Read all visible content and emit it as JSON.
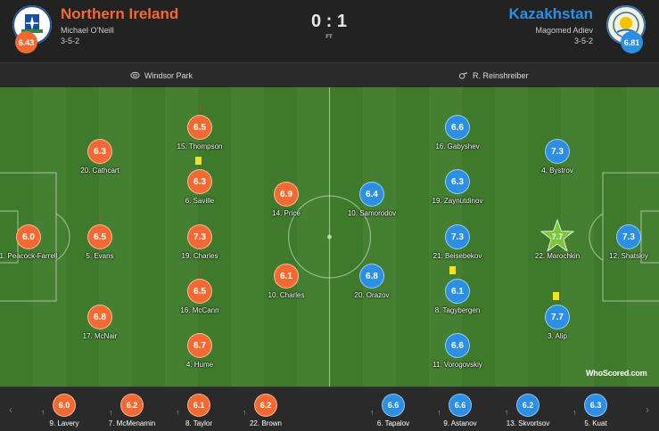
{
  "header": {
    "home": {
      "name": "Northern Ireland",
      "manager": "Michael O'Neill",
      "formation": "3-5-2",
      "rating": "6.43"
    },
    "away": {
      "name": "Kazakhstan",
      "manager": "Magomed Adiev",
      "formation": "3-5-2",
      "rating": "6.81"
    },
    "score": "0 : 1",
    "status": "FT"
  },
  "info": {
    "venue": "Windsor Park",
    "referee": "R. Reinshreiber"
  },
  "colors": {
    "home": "#f26a32",
    "away": "#2b8fe3",
    "pitch": "#3f7a2c",
    "star": "#7cc63a"
  },
  "players": [
    {
      "side": "home",
      "num": "1",
      "name": "Peacock-Farrell",
      "rating": "6.0",
      "marker": ""
    },
    {
      "side": "home",
      "num": "20",
      "name": "Cathcart",
      "rating": "6.3",
      "marker": ""
    },
    {
      "side": "home",
      "num": "5",
      "name": "Evans",
      "rating": "6.5",
      "marker": "arrow"
    },
    {
      "side": "home",
      "num": "17",
      "name": "McNair",
      "rating": "6.8",
      "marker": ""
    },
    {
      "side": "home",
      "num": "15",
      "name": "Thompson",
      "rating": "6.5",
      "marker": "arrow"
    },
    {
      "side": "home",
      "num": "6",
      "name": "Saville",
      "rating": "6.3",
      "marker": "card"
    },
    {
      "side": "home",
      "num": "19",
      "name": "Charles",
      "rating": "7.3",
      "marker": ""
    },
    {
      "side": "home",
      "num": "16",
      "name": "McCann",
      "rating": "6.5",
      "marker": "arrow"
    },
    {
      "side": "home",
      "num": "4",
      "name": "Hume",
      "rating": "6.7",
      "marker": ""
    },
    {
      "side": "home",
      "num": "14",
      "name": "Price",
      "rating": "6.9",
      "marker": ""
    },
    {
      "side": "home",
      "num": "10",
      "name": "Charles",
      "rating": "6.1",
      "marker": "arrow"
    },
    {
      "side": "away",
      "num": "10",
      "name": "Samorodov",
      "rating": "6.4",
      "marker": "arrow"
    },
    {
      "side": "away",
      "num": "20",
      "name": "Orazov",
      "rating": "6.8",
      "marker": "arrow"
    },
    {
      "side": "away",
      "num": "16",
      "name": "Gabyshev",
      "rating": "6.6",
      "marker": "arrow"
    },
    {
      "side": "away",
      "num": "19",
      "name": "Zaynutdinov",
      "rating": "6.3",
      "marker": "arrow"
    },
    {
      "side": "away",
      "num": "21",
      "name": "Beisebekov",
      "rating": "7.3",
      "marker": ""
    },
    {
      "side": "away",
      "num": "8",
      "name": "Tagybergen",
      "rating": "6.1",
      "marker": "card-arrow"
    },
    {
      "side": "away",
      "num": "11",
      "name": "Vorogovskiy",
      "rating": "6.6",
      "marker": ""
    },
    {
      "side": "away",
      "num": "4",
      "name": "Bystrov",
      "rating": "7.3",
      "marker": ""
    },
    {
      "side": "away",
      "num": "22",
      "name": "Marochkin",
      "rating": "7.7",
      "marker": "star"
    },
    {
      "side": "away",
      "num": "3",
      "name": "Alip",
      "rating": "7.7",
      "marker": "card"
    },
    {
      "side": "away",
      "num": "12",
      "name": "Shatskiy",
      "rating": "7.3",
      "marker": ""
    }
  ],
  "subs": [
    {
      "side": "home",
      "num": "9",
      "name": "Lavery",
      "rating": "6.0"
    },
    {
      "side": "home",
      "num": "7",
      "name": "McMenamin",
      "rating": "6.2"
    },
    {
      "side": "home",
      "num": "8",
      "name": "Taylor",
      "rating": "6.1"
    },
    {
      "side": "home",
      "num": "22",
      "name": "Brown",
      "rating": "6.2"
    },
    {
      "side": "away",
      "num": "6",
      "name": "Tapalov",
      "rating": "6.6"
    },
    {
      "side": "away",
      "num": "9",
      "name": "Astanov",
      "rating": "6.6"
    },
    {
      "side": "away",
      "num": "13",
      "name": "Skvortsov",
      "rating": "6.2"
    },
    {
      "side": "away",
      "num": "5",
      "name": "Kuat",
      "rating": "6.3"
    }
  ],
  "watermark": "WhoScored.com",
  "icons": {
    "venue": "stadium-icon",
    "referee": "whistle-icon",
    "sub_in": "arrow-up-icon",
    "sub_off": "arrow-down-icon",
    "yellow_card": "yellow-card-icon",
    "man_of_match": "star-icon"
  }
}
